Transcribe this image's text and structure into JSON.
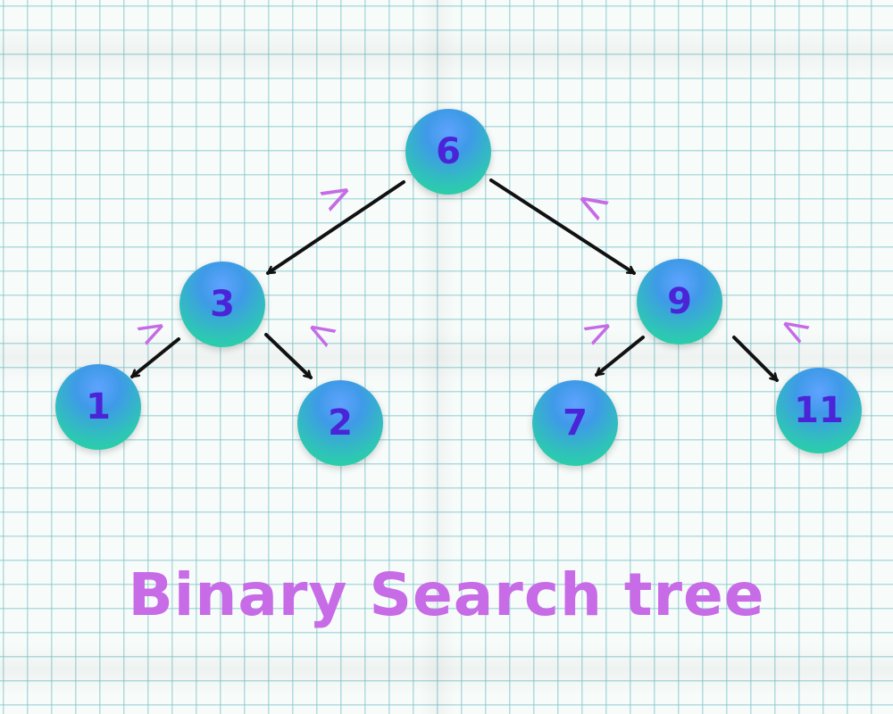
{
  "title": "Binary Search tree",
  "nodes": [
    {
      "id": "n6",
      "value": "6"
    },
    {
      "id": "n3",
      "value": "3"
    },
    {
      "id": "n9",
      "value": "9"
    },
    {
      "id": "n1",
      "value": "1"
    },
    {
      "id": "n2",
      "value": "2"
    },
    {
      "id": "n7",
      "value": "7"
    },
    {
      "id": "n11",
      "value": "11"
    }
  ],
  "edges": [
    {
      "from": "6",
      "to": "3",
      "relation": ">"
    },
    {
      "from": "6",
      "to": "9",
      "relation": "<"
    },
    {
      "from": "3",
      "to": "1",
      "relation": ">"
    },
    {
      "from": "3",
      "to": "2",
      "relation": "<"
    },
    {
      "from": "9",
      "to": "7",
      "relation": ">"
    },
    {
      "from": "9",
      "to": "11",
      "relation": "<"
    }
  ],
  "colors": {
    "title": "#c76be6",
    "relation_mark": "#c66be6",
    "node_text": "#4a24d6",
    "arrow": "#111111",
    "grid": "#78c3c8"
  }
}
